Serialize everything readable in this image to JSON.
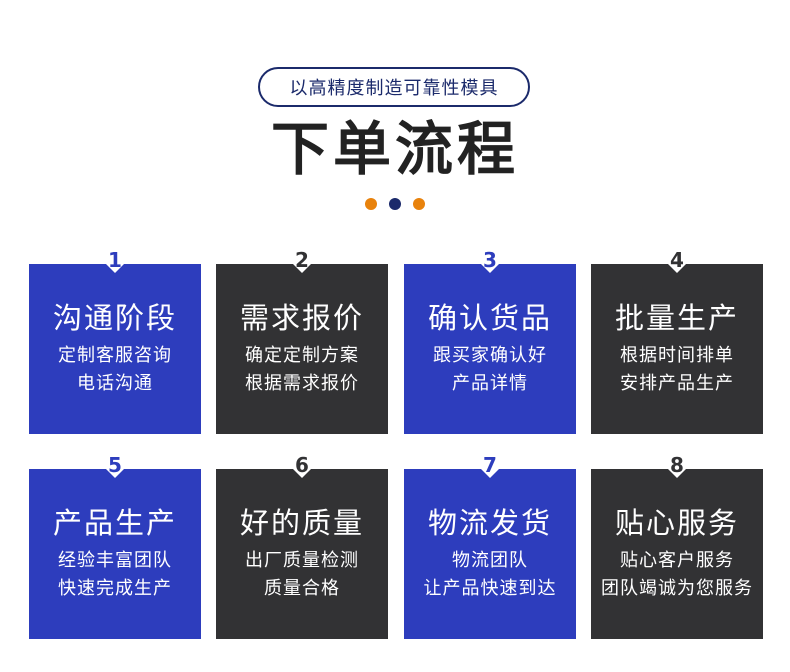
{
  "header": {
    "tagline": "以高精度制造可靠性模具",
    "title": "下单流程"
  },
  "colors": {
    "blue": "#2d3dbd",
    "dark": "#323234",
    "orange": "#e8820c",
    "navy": "#1b2a6b"
  },
  "steps": [
    {
      "num": "1",
      "title": "沟通阶段",
      "line1": "定制客服咨询",
      "line2": "电话沟通"
    },
    {
      "num": "2",
      "title": "需求报价",
      "line1": "确定定制方案",
      "line2": "根据需求报价"
    },
    {
      "num": "3",
      "title": "确认货品",
      "line1": "跟买家确认好",
      "line2": "产品详情"
    },
    {
      "num": "4",
      "title": "批量生产",
      "line1": "根据时间排单",
      "line2": "安排产品生产"
    },
    {
      "num": "5",
      "title": "产品生产",
      "line1": "经验丰富团队",
      "line2": "快速完成生产"
    },
    {
      "num": "6",
      "title": "好的质量",
      "line1": "出厂质量检测",
      "line2": "质量合格"
    },
    {
      "num": "7",
      "title": "物流发货",
      "line1": "物流团队",
      "line2": "让产品快速到达"
    },
    {
      "num": "8",
      "title": "贴心服务",
      "line1": "贴心客户服务",
      "line2": "团队竭诚为您服务"
    }
  ]
}
